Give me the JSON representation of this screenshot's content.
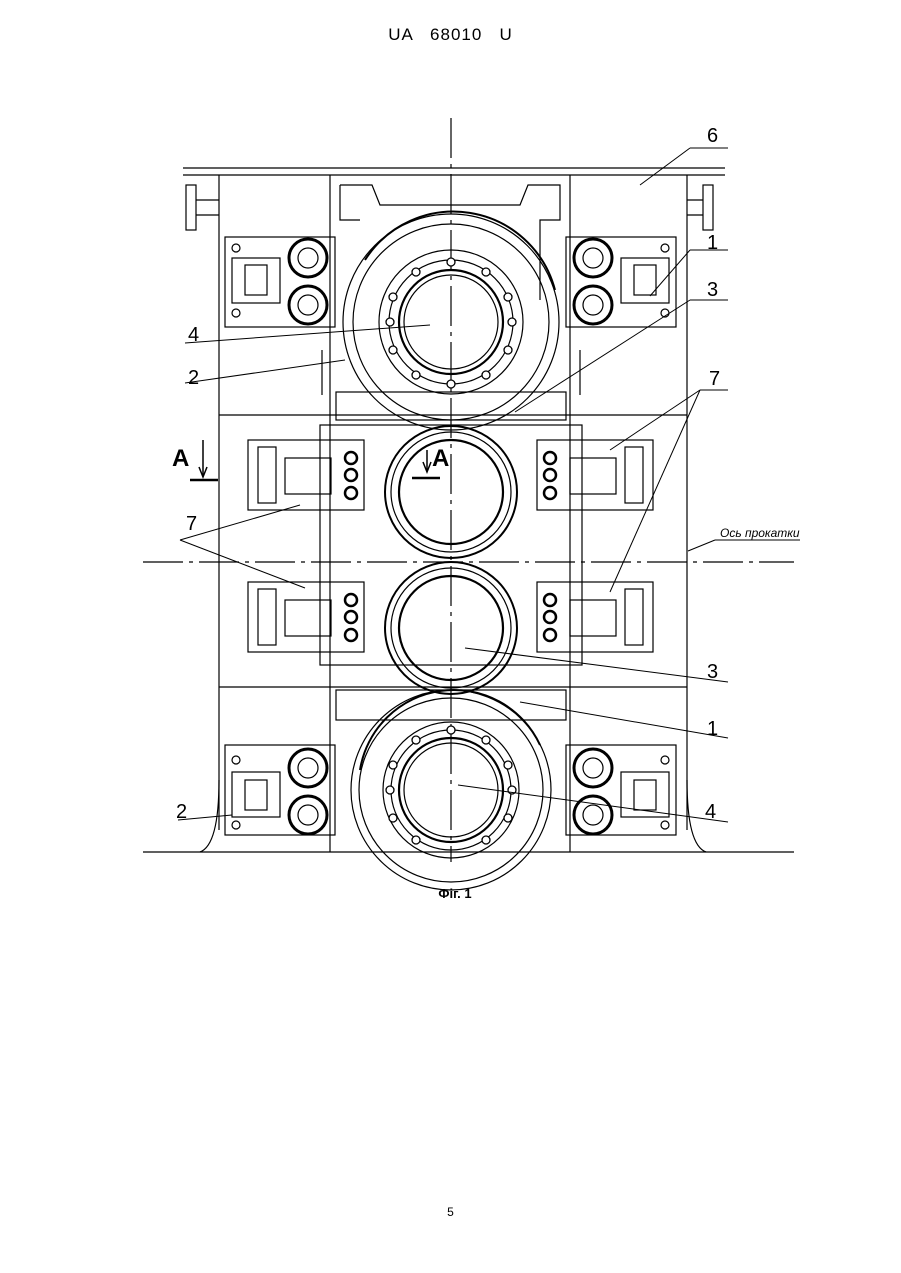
{
  "header": {
    "doc_number": "UA   68010   U"
  },
  "figure": {
    "caption": "Фіг. 1",
    "labels": {
      "label_6": "6",
      "label_1_top": "1",
      "label_3_top": "3",
      "label_4_left": "4",
      "label_2_left": "2",
      "label_7_right_top": "7",
      "label_7_left": "7",
      "label_A_left": "A",
      "label_A_center": "A",
      "rolling_axis": "Ось прокатки",
      "label_3_bottom": "3",
      "label_1_bottom": "1",
      "label_2_bottom": "2",
      "label_4_bottom": "4"
    }
  },
  "footer": {
    "page_number": "5"
  }
}
